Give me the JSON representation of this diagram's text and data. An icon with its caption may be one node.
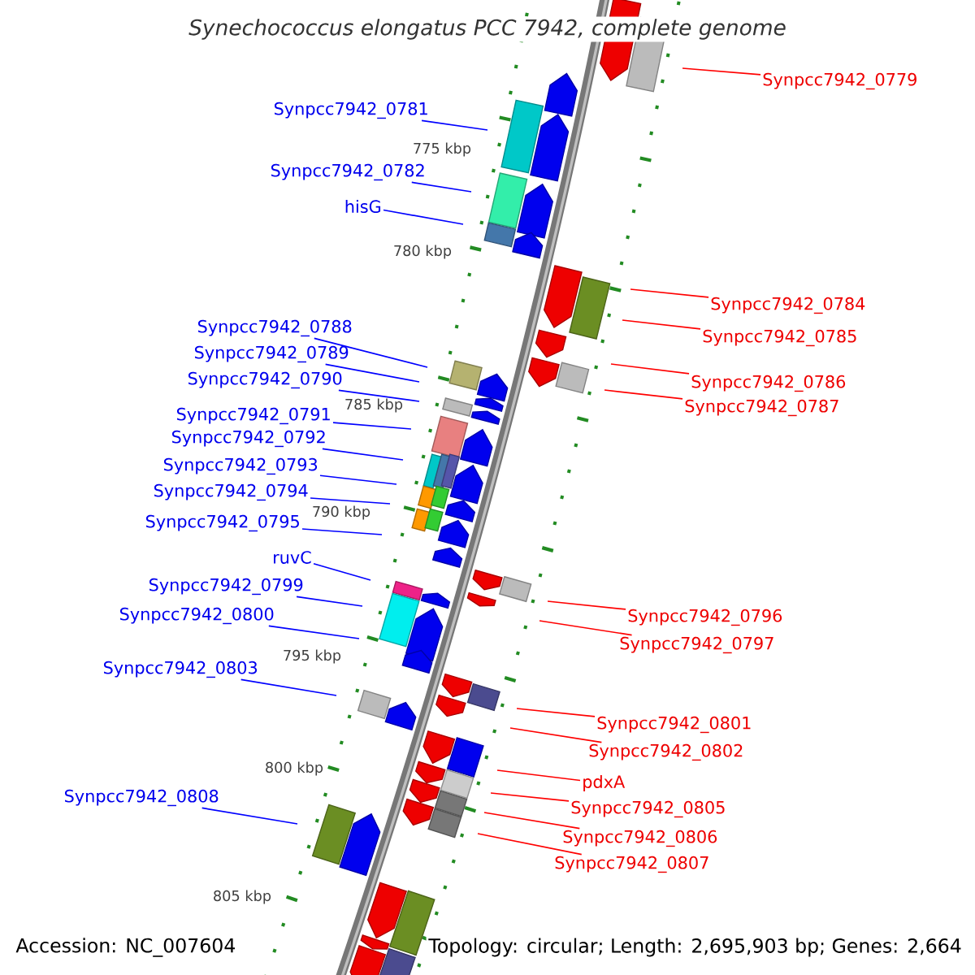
{
  "diagram": {
    "title": "Synechococcus elongatus PCC 7942, complete genome",
    "nodes": [
      {
        "text": [
          "Synpcc7942_0779"
        ]
      },
      {
        "text": [
          "Synpcc7942_0781"
        ]
      },
      {
        "text": [
          "Synpcc7942_0782"
        ]
      },
      {
        "text": [
          "hisG"
        ]
      },
      {
        "text": [
          "Synpcc7942_0784"
        ]
      },
      {
        "text": [
          "Synpcc7942_0788"
        ]
      },
      {
        "text": [
          "Synpcc7942_0785"
        ]
      },
      {
        "text": [
          "Synpcc7942_0789"
        ]
      },
      {
        "text": [
          "Synpcc7942_0790"
        ]
      },
      {
        "text": [
          "Synpcc7942_0786"
        ]
      },
      {
        "text": [
          "Synpcc7942_0787"
        ]
      },
      {
        "text": [
          "Synpcc7942_0791"
        ]
      },
      {
        "text": [
          "Synpcc7942_0792"
        ]
      },
      {
        "text": [
          "Synpcc7942_0793"
        ]
      },
      {
        "text": [
          "Synpcc7942_0794"
        ]
      },
      {
        "text": [
          "Synpcc7942_0795"
        ]
      },
      {
        "text": [
          "ruvC"
        ]
      },
      {
        "text": [
          "Synpcc7942_0799"
        ]
      },
      {
        "text": [
          "Synpcc7942_0800"
        ]
      },
      {
        "text": [
          "Synpcc7942_0796"
        ]
      },
      {
        "text": [
          "Synpcc7942_0797"
        ]
      },
      {
        "text": [
          "Synpcc7942_0803"
        ]
      },
      {
        "text": [
          "Synpcc7942_0801"
        ]
      },
      {
        "text": [
          "Synpcc7942_0802"
        ]
      },
      {
        "text": [
          "pdxA"
        ]
      },
      {
        "text": [
          "Synpcc7942_0808"
        ]
      },
      {
        "text": [
          "Synpcc7942_0805"
        ]
      },
      {
        "text": [
          "Synpcc7942_0806"
        ]
      },
      {
        "text": [
          "Synpcc7942_0807"
        ]
      }
    ],
    "edges": [
      {
        "from": 0,
        "to": null,
        "arrow": "none",
        "color": "#ff0000"
      },
      {
        "from": 1,
        "to": null,
        "arrow": "none",
        "color": "#0000ff"
      },
      {
        "from": 2,
        "to": null,
        "arrow": "none",
        "color": "#0000ff"
      },
      {
        "from": 3,
        "to": null,
        "arrow": "none",
        "color": "#0000ff"
      },
      {
        "from": 4,
        "to": null,
        "arrow": "none",
        "color": "#ff0000"
      },
      {
        "from": 5,
        "to": null,
        "arrow": "none",
        "color": "#0000ff"
      },
      {
        "from": 6,
        "to": null,
        "arrow": "none",
        "color": "#ff0000"
      },
      {
        "from": 7,
        "to": null,
        "arrow": "none",
        "color": "#0000ff"
      },
      {
        "from": 8,
        "to": null,
        "arrow": "none",
        "color": "#0000ff"
      },
      {
        "from": 9,
        "to": null,
        "arrow": "none",
        "color": "#ff0000"
      },
      {
        "from": 10,
        "to": null,
        "arrow": "none",
        "color": "#ff0000"
      },
      {
        "from": 11,
        "to": null,
        "arrow": "none",
        "color": "#0000ff"
      },
      {
        "from": 12,
        "to": null,
        "arrow": "none",
        "color": "#0000ff"
      },
      {
        "from": 13,
        "to": null,
        "arrow": "none",
        "color": "#0000ff"
      },
      {
        "from": 14,
        "to": null,
        "arrow": "none",
        "color": "#0000ff"
      },
      {
        "from": 15,
        "to": null,
        "arrow": "none",
        "color": "#0000ff"
      },
      {
        "from": 16,
        "to": null,
        "arrow": "none",
        "color": "#0000ff"
      },
      {
        "from": 17,
        "to": null,
        "arrow": "none",
        "color": "#0000ff"
      },
      {
        "from": 18,
        "to": null,
        "arrow": "none",
        "color": "#0000ff"
      },
      {
        "from": 19,
        "to": null,
        "arrow": "none",
        "color": "#ff0000"
      },
      {
        "from": 20,
        "to": null,
        "arrow": "none",
        "color": "#ff0000"
      },
      {
        "from": 21,
        "to": null,
        "arrow": "none",
        "color": "#0000ff"
      },
      {
        "from": 22,
        "to": null,
        "arrow": "none",
        "color": "#ff0000"
      },
      {
        "from": 23,
        "to": null,
        "arrow": "none",
        "color": "#ff0000"
      },
      {
        "from": 24,
        "to": null,
        "arrow": "none",
        "color": "#ff0000"
      },
      {
        "from": 25,
        "to": null,
        "arrow": "none",
        "color": "#0000ff"
      },
      {
        "from": 26,
        "to": null,
        "arrow": "none",
        "color": "#ff0000"
      },
      {
        "from": 27,
        "to": null,
        "arrow": "none",
        "color": "#ff0000"
      },
      {
        "from": 28,
        "to": null,
        "arrow": "none",
        "color": "#ff0000"
      }
    ],
    "labels": [
      "775 kbp",
      "780 kbp",
      "785 kbp",
      "790 kbp",
      "795 kbp",
      "800 kbp",
      "805 kbp",
      "Accession: NC_007604",
      "Topology: circular; Length: 2,695,903 bp; Genes: 2,664"
    ]
  }
}
